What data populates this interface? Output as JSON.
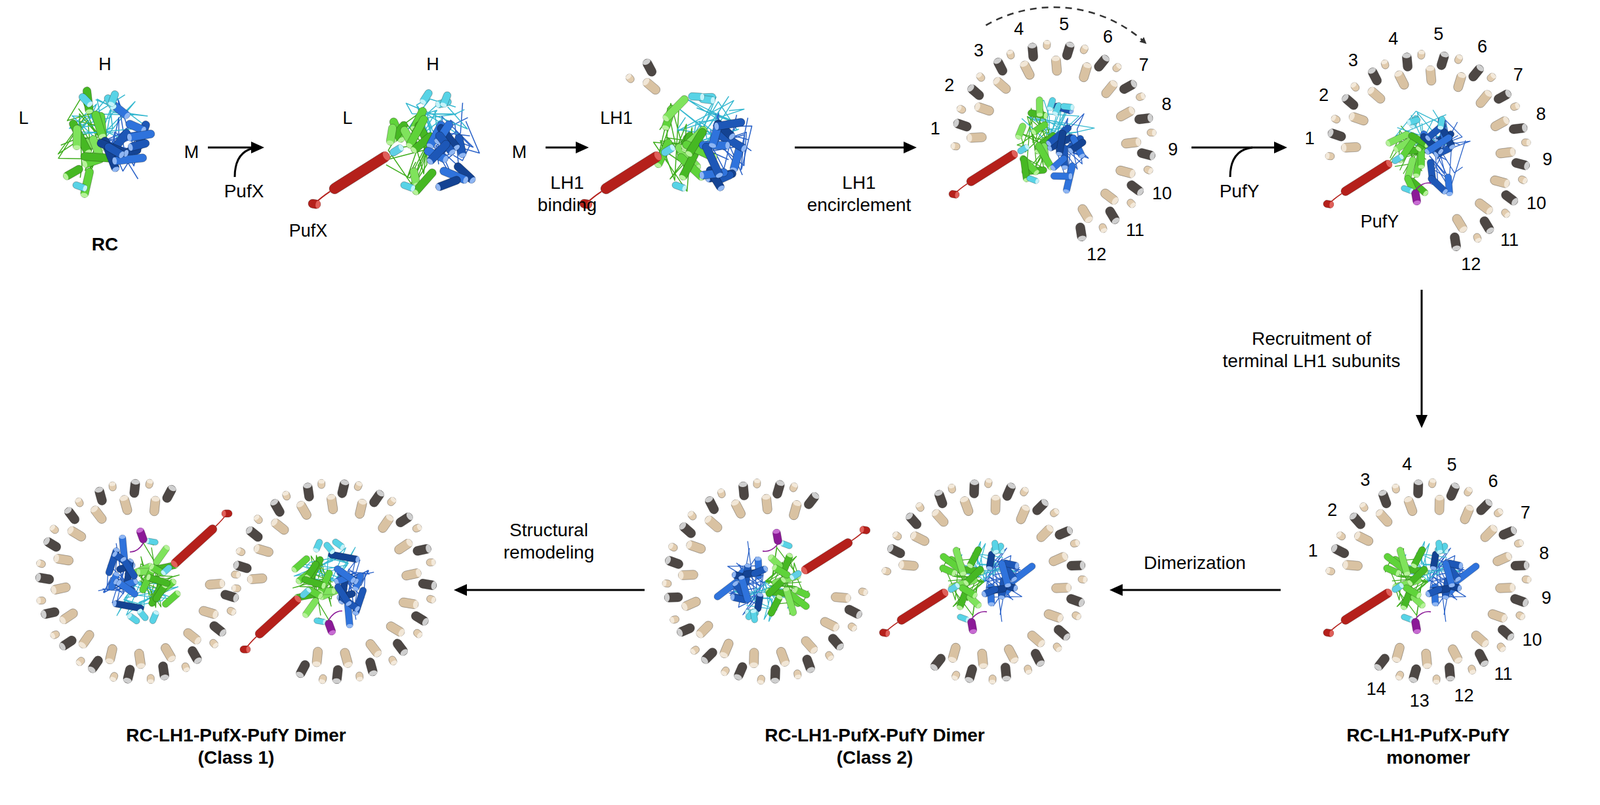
{
  "diagram": {
    "nodes": [
      {
        "text": [
          "H",
          "L",
          "M",
          "RC"
        ]
      },
      {
        "text": [
          "H",
          "L",
          "M",
          "PufX"
        ]
      },
      {
        "text": [
          "LH1"
        ]
      },
      {
        "text": [
          "1",
          "2",
          "3",
          "4",
          "5",
          "6",
          "7",
          "8",
          "9",
          "10",
          "11",
          "12"
        ]
      },
      {
        "text": [
          "1",
          "2",
          "3",
          "4",
          "5",
          "6",
          "7",
          "8",
          "9",
          "10",
          "11",
          "12",
          "PufY"
        ]
      },
      {
        "text": [
          "1",
          "2",
          "3",
          "4",
          "5",
          "6",
          "7",
          "8",
          "9",
          "10",
          "11",
          "12",
          "13",
          "14",
          "RC-LH1-PufX-PufY monomer"
        ]
      },
      {
        "text": [
          "RC-LH1-PufX-PufY Dimer (Class 2)"
        ]
      },
      {
        "text": [
          "RC-LH1-PufX-PufY Dimer (Class 1)"
        ]
      }
    ],
    "edges": [
      {
        "from": 0,
        "to": 1,
        "arrow": "to",
        "label": "PufX"
      },
      {
        "from": 1,
        "to": 2,
        "arrow": "to",
        "label": "LH1 binding"
      },
      {
        "from": 2,
        "to": 3,
        "arrow": "to",
        "label": "LH1 encirclement"
      },
      {
        "from": 3,
        "to": 4,
        "arrow": "to",
        "label": "PufY"
      },
      {
        "from": 4,
        "to": 5,
        "arrow": "to",
        "label": "Recruitment of terminal LH1 subunits"
      },
      {
        "from": 5,
        "to": 6,
        "arrow": "to",
        "label": "Dimerization"
      },
      {
        "from": 6,
        "to": 7,
        "arrow": "to",
        "label": "Structural remodeling"
      }
    ]
  }
}
